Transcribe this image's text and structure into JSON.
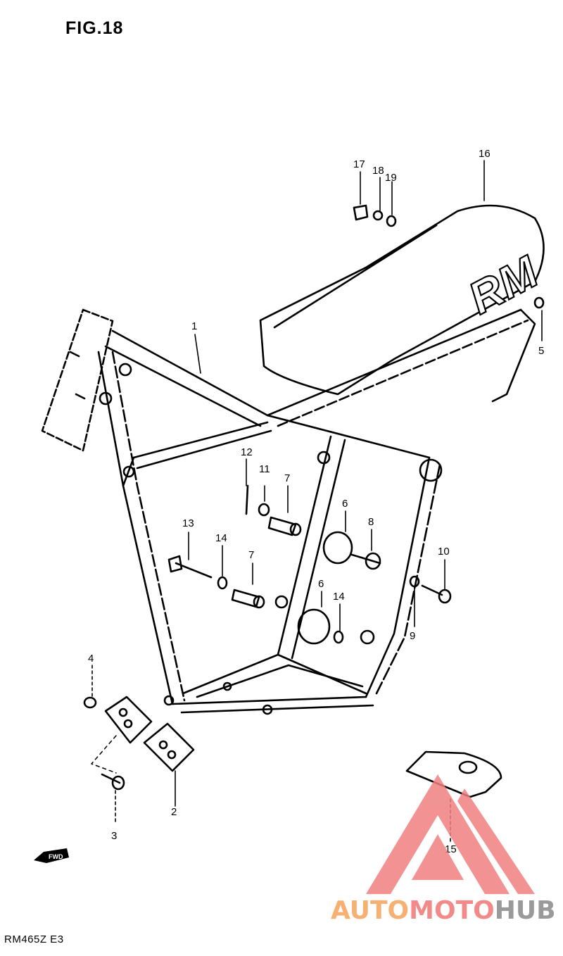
{
  "figure_title": "FIG.18",
  "model_code": "RM465Z  E3",
  "fwd_label": "FWD",
  "seat_logo": "RM",
  "watermark": {
    "part1": "AUTO",
    "part2": "MOTO",
    "part3": "HUB",
    "colors": {
      "part1": "#f5b072",
      "part2": "#f28a8a",
      "part3": "#9a9a9a",
      "triangle": "#f08080"
    }
  },
  "callouts": [
    "1",
    "2",
    "3",
    "4",
    "5",
    "6",
    "6",
    "7",
    "7",
    "8",
    "9",
    "10",
    "11",
    "12",
    "13",
    "14",
    "14",
    "15",
    "16",
    "17",
    "18",
    "19"
  ]
}
